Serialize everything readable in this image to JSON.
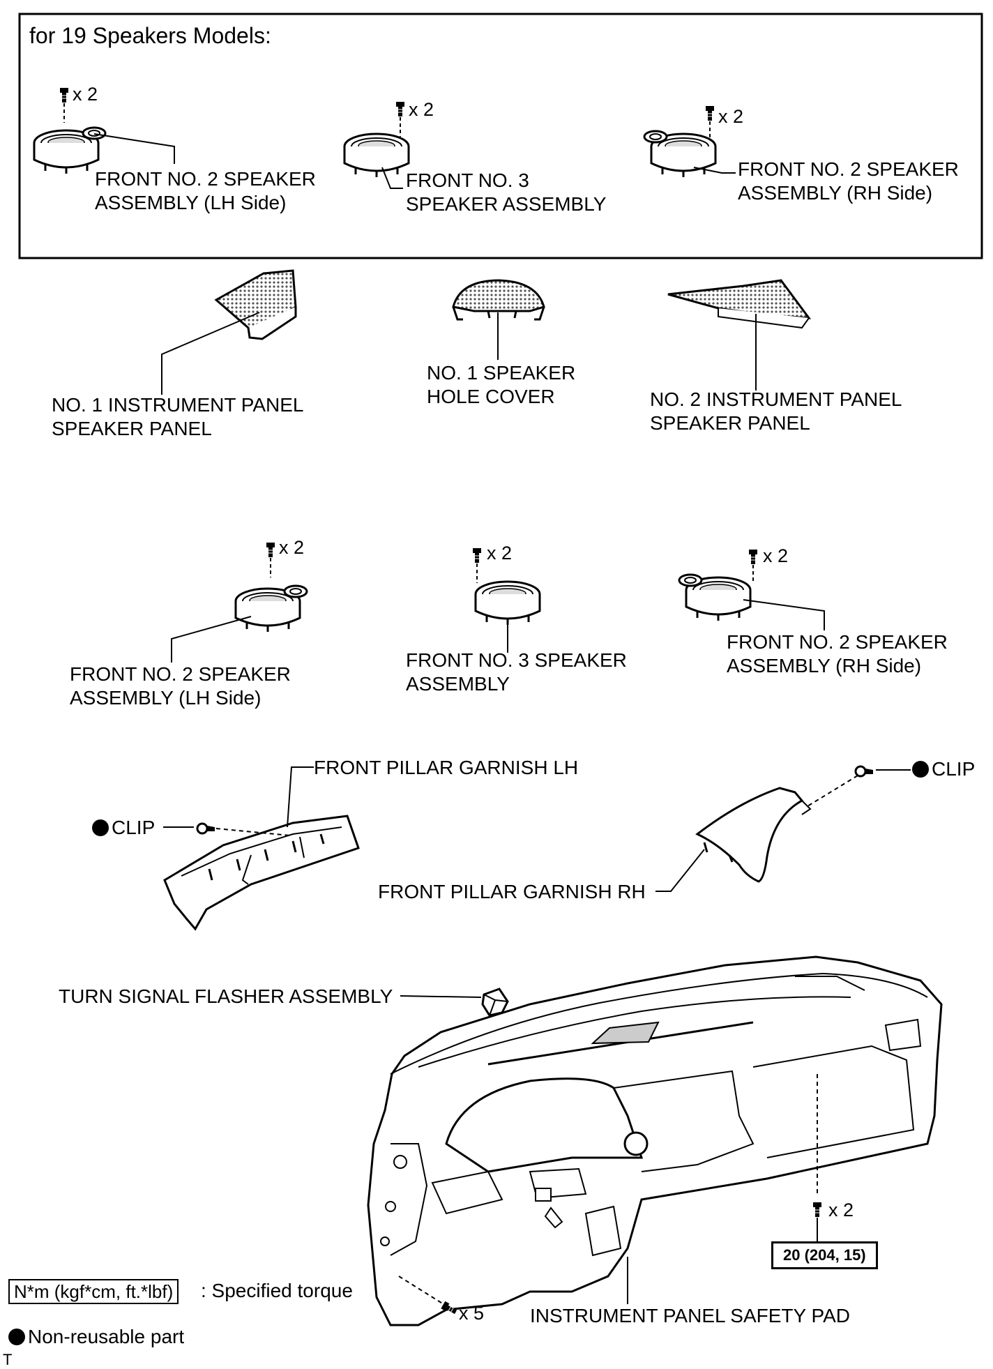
{
  "variant_box": {
    "title": "for 19 Speakers Models:",
    "parts": [
      {
        "qty": "x 2",
        "label": "FRONT NO. 2 SPEAKER\nASSEMBLY (LH Side)"
      },
      {
        "qty": "x 2",
        "label": "FRONT NO. 3\nSPEAKER ASSEMBLY"
      },
      {
        "qty": "x 2",
        "label": "FRONT NO. 2 SPEAKER\nASSEMBLY (RH Side)"
      }
    ]
  },
  "panels": [
    {
      "label": "NO. 1 INSTRUMENT PANEL\nSPEAKER PANEL"
    },
    {
      "label": "NO. 1 SPEAKER\nHOLE COVER"
    },
    {
      "label": "NO. 2 INSTRUMENT PANEL\nSPEAKER PANEL"
    }
  ],
  "speakers": [
    {
      "qty": "x 2",
      "label": "FRONT NO. 2 SPEAKER\nASSEMBLY (LH Side)"
    },
    {
      "qty": "x 2",
      "label": "FRONT NO. 3 SPEAKER\nASSEMBLY"
    },
    {
      "qty": "x 2",
      "label": "FRONT NO. 2 SPEAKER\nASSEMBLY (RH Side)"
    }
  ],
  "pillars": {
    "lh_label": "FRONT PILLAR GARNISH LH",
    "rh_label": "FRONT PILLAR GARNISH RH",
    "lh_clip": "CLIP",
    "rh_clip": "CLIP"
  },
  "dashboard": {
    "flasher_label": "TURN SIGNAL FLASHER ASSEMBLY",
    "pad_label": "INSTRUMENT PANEL SAFETY PAD",
    "bolt_qty_right": "x 2",
    "bolt_qty_bottom": "x 5",
    "torque_value": "20 (204, 15)"
  },
  "legend": {
    "torque_box": "N*m (kgf*cm, ft.*lbf)",
    "torque_text": ": Specified torque",
    "nonreusable_text": "Non-reusable part"
  },
  "corner_mark": "T"
}
